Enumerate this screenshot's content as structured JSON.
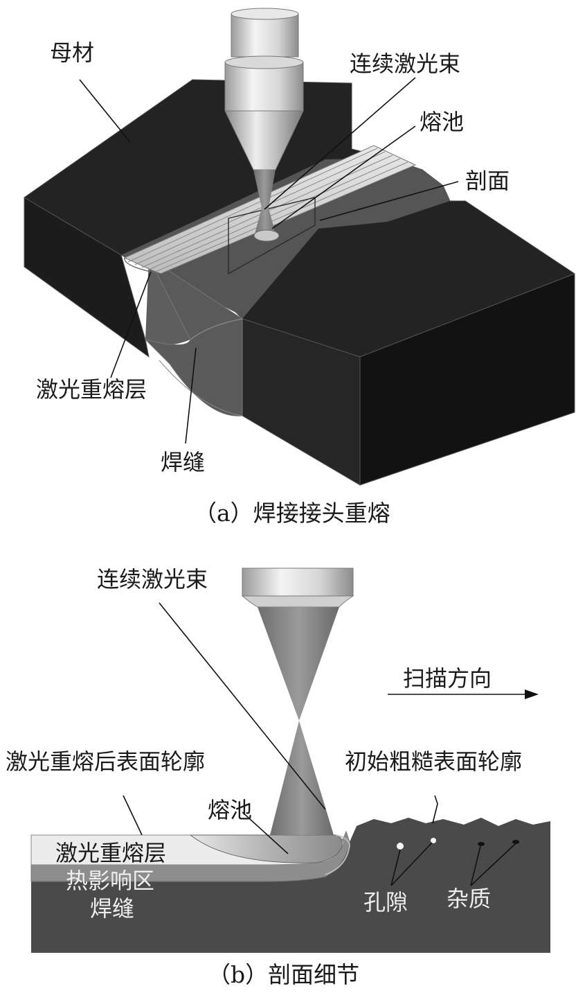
{
  "panel_a": {
    "caption": "（a）焊接接头重熔",
    "labels": {
      "base_metal": "母材",
      "laser_beam": "连续激光束",
      "melt_pool": "熔池",
      "section": "剖面",
      "remelt_layer": "激光重熔层",
      "weld": "焊缝"
    }
  },
  "panel_b": {
    "caption": "（b）剖面细节",
    "labels": {
      "laser_beam": "连续激光束",
      "scan_direction": "扫描方向",
      "remelted_profile": "激光重熔后表面轮廓",
      "initial_profile": "初始粗糙表面轮廓",
      "melt_pool": "熔池",
      "remelt_layer": "激光重熔层",
      "haz": "热影响区",
      "weld": "焊缝",
      "pores": "孔隙",
      "inclusions": "杂质"
    }
  }
}
